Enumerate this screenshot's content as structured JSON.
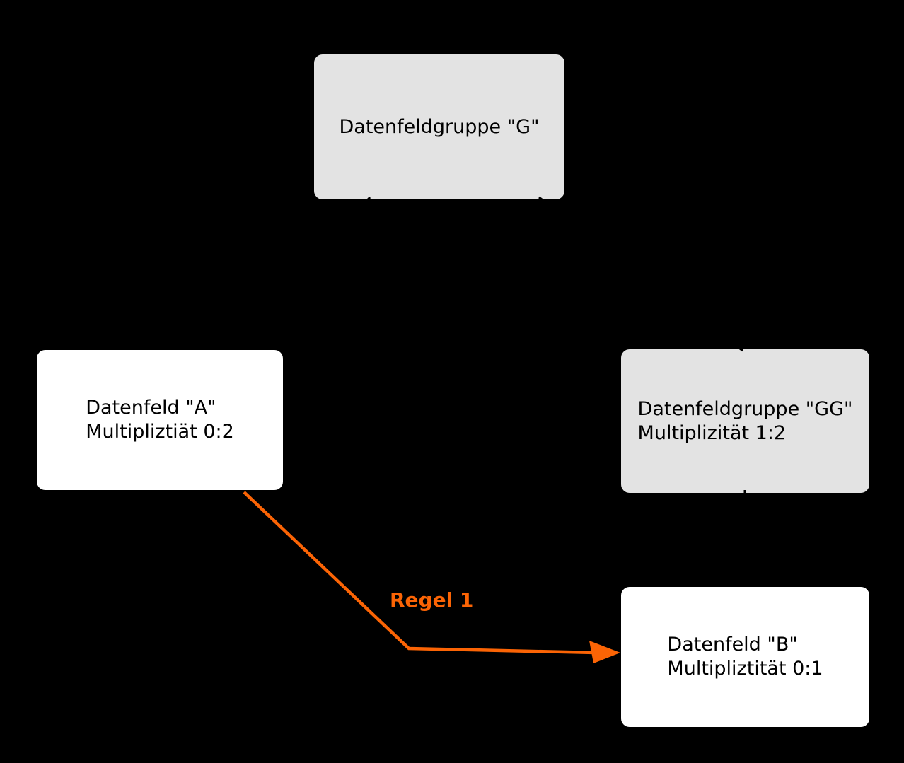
{
  "diagram": {
    "background_color": "#000000",
    "node_gray_color": "#e3e3e3",
    "node_white_color": "#ffffff",
    "text_color": "#000000",
    "accent_color": "#fb6405",
    "nodes": {
      "g": {
        "line1": "Datenfeldgruppe \"G\"",
        "line2": ""
      },
      "a": {
        "line1": "Datenfeld \"A\"",
        "line2": "Multipliztiät 0:2"
      },
      "gg": {
        "line1": "Datenfeldgruppe \"GG\"",
        "line2": "Multiplizität 1:2"
      },
      "b": {
        "line1": "Datenfeld \"B\"",
        "line2": "Multipliztität 0:1"
      }
    },
    "edge": {
      "label": "Regel 1"
    }
  }
}
